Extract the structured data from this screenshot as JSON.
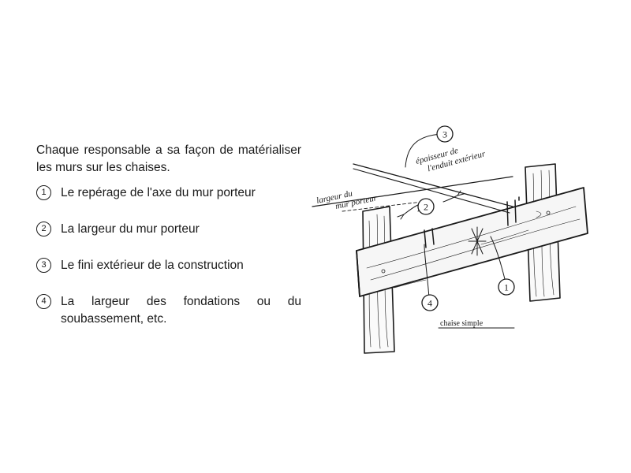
{
  "intro": "Chaque responsable a sa façon de matérialiser les murs sur les chaises.",
  "items": [
    {
      "num": "1",
      "text": "Le repérage de l'axe du mur porteur"
    },
    {
      "num": "2",
      "text": "La largeur du mur porteur"
    },
    {
      "num": "3",
      "text": "Le fini extérieur de la construction"
    },
    {
      "num": "4",
      "text": "La largeur des fondations ou du soubassement, etc."
    }
  ],
  "diagram": {
    "label_largeur_line1": "largeur du",
    "label_largeur_line2": "mur porteur",
    "label_epaisseur_line1": "épaisseur de",
    "label_epaisseur_line2": "l'enduit extérieur",
    "callout_1": "1",
    "callout_2": "2",
    "callout_3": "3",
    "callout_4": "4",
    "caption": "chaise simple"
  }
}
